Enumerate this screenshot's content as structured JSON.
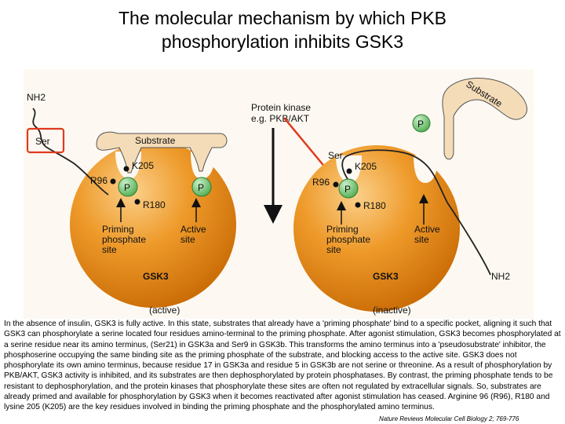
{
  "header": {
    "title_line1": "The molecular mechanism by which PKB",
    "title_line2": "phosphorylation inhibits GSK3"
  },
  "diagram": {
    "left": {
      "nh2": "NH2",
      "ser": "Ser",
      "substrate": "Substrate",
      "k205": "K205",
      "r96": "R96",
      "r180": "R180",
      "p1": "P",
      "p2": "P",
      "priming1": "Priming",
      "priming2": "phosphate",
      "priming3": "site",
      "active1": "Active",
      "active2": "site",
      "gsk3": "GSK3",
      "state": "(active)"
    },
    "middle": {
      "kinase1": "Protein kinase",
      "kinase2": "e.g. PKB/AKT"
    },
    "right": {
      "substrate": "Substrate",
      "p_sub": "P",
      "ser": "Ser",
      "k205": "K205",
      "r96": "R96",
      "r180": "R180",
      "p": "P",
      "priming1": "Priming",
      "priming2": "phosphate",
      "priming3": "site",
      "active1": "Active",
      "active2": "site",
      "gsk3": "GSK3",
      "nh2": "NH2",
      "state": "(inactive)"
    },
    "colors": {
      "ball": "#e8860f",
      "phosphate": "#7bc67b",
      "highlight": "#e03a1e",
      "substrate_fill": "#f5dcb8",
      "background": "#fdf9f2"
    }
  },
  "caption": {
    "text": "In the absence of insulin, GSK3 is fully active. In this state, substrates that already have a 'priming phosphate' bind to a specific pocket, aligning it such that GSK3 can phosphorylate a serine located four residues amino-terminal to the priming phosphate. After agonist stimulation, GSK3 becomes phosphorylated at a serine residue near its amino terminus, (Ser21) in GSK3a and Ser9 in GSK3b. This transforms the amino terminus into a 'pseudosubstrate' inhibitor, the phosphoserine occupying the same binding site as the priming phosphate of the substrate, and blocking access to the active site. GSK3 does not phosphorylate its own amino terminus, because residue 17 in GSK3a and residue 5 in GSK3b are not serine or threonine. As a result of phosphorylation by PKB/AKT, GSK3 activity is inhibited, and its substrates are then dephosphorylated by protein phosphatases. By contrast, the priming phosphate tends to be resistant to dephosphorylation, and the protein kinases that phosphorylate these sites are often not regulated by extracellular signals. So, substrates are already primed and available for phosphorylation by GSK3 when it becomes reactivated after agonist stimulation has ceased. Arginine 96 (R96), R180 and lysine 205 (K205) are the key residues involved in binding the priming phosphate and the phosphorylated amino terminus.",
    "citation": "Nature Reviews Molecular Cell Biology 2; 769-776"
  }
}
